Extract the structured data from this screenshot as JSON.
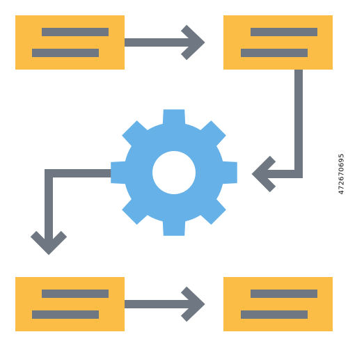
{
  "icon": {
    "name": "workflow-process-icon",
    "colors": {
      "box_fill": "#fbbd45",
      "line_fill": "#6f7782",
      "gear_fill": "#65b1e8",
      "gear_hole": "#ffffff",
      "background": "#ffffff"
    },
    "parts": [
      "top-left-step-box",
      "top-right-step-box",
      "bottom-left-step-box",
      "bottom-right-step-box",
      "gear-icon",
      "flow-arrows"
    ]
  },
  "stock_id": "472670695"
}
